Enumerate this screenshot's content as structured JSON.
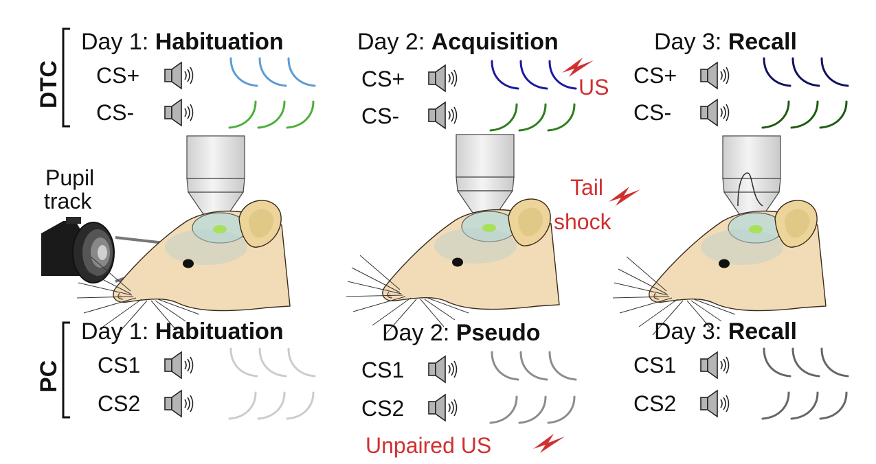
{
  "protocols": {
    "dtc": {
      "label": "DTC",
      "days": [
        {
          "prefix": "Day 1: ",
          "name": "Habituation",
          "cs_top": "CS+",
          "cs_bottom": "CS-",
          "top_color": "#5b9bd5",
          "bottom_color": "#4caf3a"
        },
        {
          "prefix": "Day 2: ",
          "name": "Acquisition",
          "cs_top": "CS+",
          "cs_bottom": "CS-",
          "top_color": "#1a1aa0",
          "bottom_color": "#2e7d1e"
        },
        {
          "prefix": "Day 3: ",
          "name": "Recall",
          "cs_top": "CS+",
          "cs_bottom": "CS-",
          "top_color": "#101060",
          "bottom_color": "#1f5a12"
        }
      ],
      "us_label": "US"
    },
    "pc": {
      "label": "PC",
      "days": [
        {
          "prefix": "Day 1: ",
          "name": "Habituation",
          "cs_top": "CS1",
          "cs_bottom": "CS2",
          "top_color": "#cccccc",
          "bottom_color": "#cccccc"
        },
        {
          "prefix": "Day 2: ",
          "name": "Pseudo",
          "cs_top": "CS1",
          "cs_bottom": "CS2",
          "top_color": "#8c8c8c",
          "bottom_color": "#8c8c8c"
        },
        {
          "prefix": "Day 3: ",
          "name": "Recall",
          "cs_top": "CS1",
          "cs_bottom": "CS2",
          "top_color": "#666666",
          "bottom_color": "#666666"
        }
      ],
      "unpaired_label": "Unpaired US"
    }
  },
  "pupil_label": [
    "Pupil",
    "track"
  ],
  "tail_shock_label": [
    "Tail",
    "shock"
  ],
  "colors": {
    "accent_red": "#d03030",
    "speaker_fill": "#b5b5b5",
    "mouse_fill": "#f2dcb8",
    "ear_fill": "#ecd49a",
    "window_fill": "#c4dcd4",
    "gfp": "#a8e05a",
    "objective_fill": "#e3e3e3"
  }
}
